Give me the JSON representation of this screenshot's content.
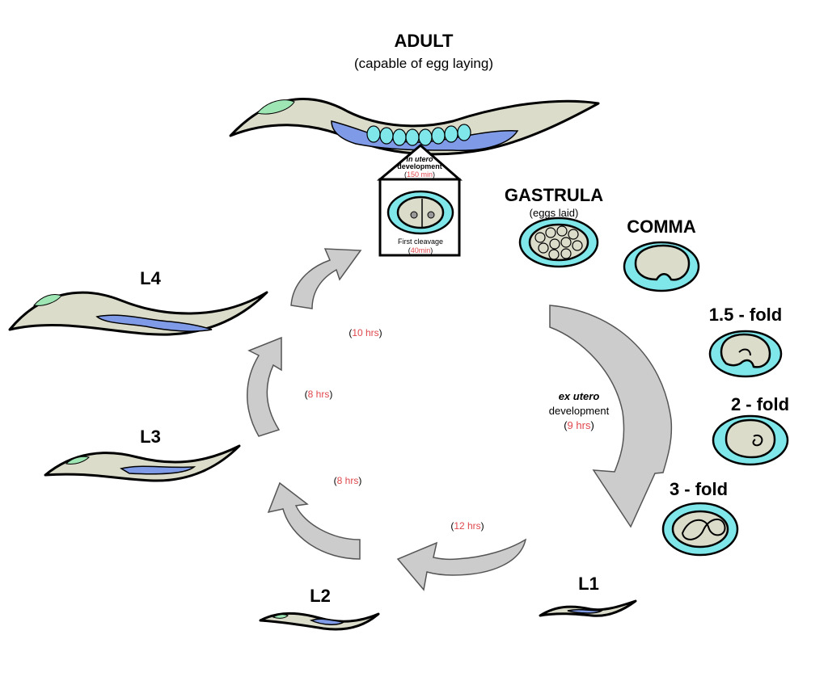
{
  "title": {
    "adult": "ADULT",
    "adult_sub": "(capable of egg laying)"
  },
  "inset": {
    "in_utero_italic": "in utero",
    "in_utero_rest": "development",
    "in_utero_time": "150 min",
    "cleavage": "First cleavage",
    "cleavage_time": "40min"
  },
  "embryo_stages": {
    "gastrula": "GASTRULA",
    "gastrula_sub": "(eggs laid)",
    "comma": "COMMA",
    "fold15": "1.5 - fold",
    "fold2": "2 - fold",
    "fold3": "3 - fold"
  },
  "ex_utero": {
    "italic": "ex utero",
    "rest": "development",
    "time": "9 hrs"
  },
  "larvae": {
    "l1": "L1",
    "l2": "L2",
    "l3": "L3",
    "l4": "L4"
  },
  "durations": {
    "l1_l2": "12 hrs",
    "l2_l3": "8 hrs",
    "l3_l4": "8 hrs",
    "l4_adult": "10 hrs"
  },
  "colors": {
    "worm_body": "#dcdccb",
    "gut": "#7f9be8",
    "pharynx": "#9ee6b4",
    "egg_shell": "#7fe6ea",
    "arrow": "#cccccc",
    "time_highlight": "#e0474c"
  }
}
